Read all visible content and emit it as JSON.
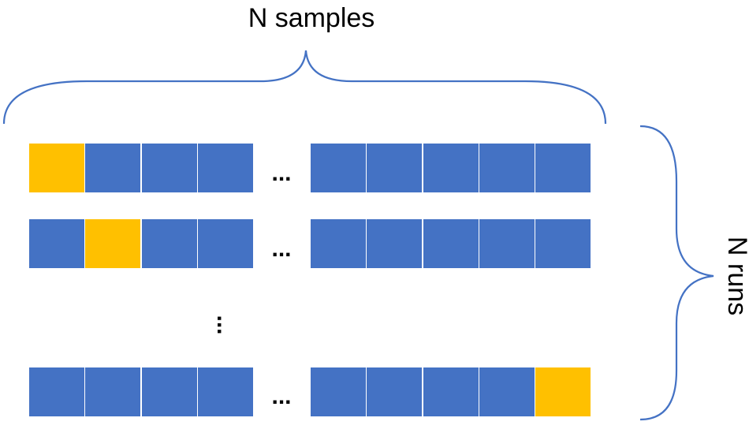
{
  "labels": {
    "top": "N samples",
    "right": "N runs"
  },
  "ellipsis": {
    "horizontal": "...",
    "vertical": "..."
  },
  "colors": {
    "cell": "#4472C4",
    "highlight": "#FFC000",
    "brace": "#4472C4",
    "cell_border": "#ffffff"
  },
  "rows": [
    {
      "highlight": 0
    },
    {
      "highlight": 1
    },
    {
      "highlight": 8
    }
  ],
  "row_cells": 9
}
